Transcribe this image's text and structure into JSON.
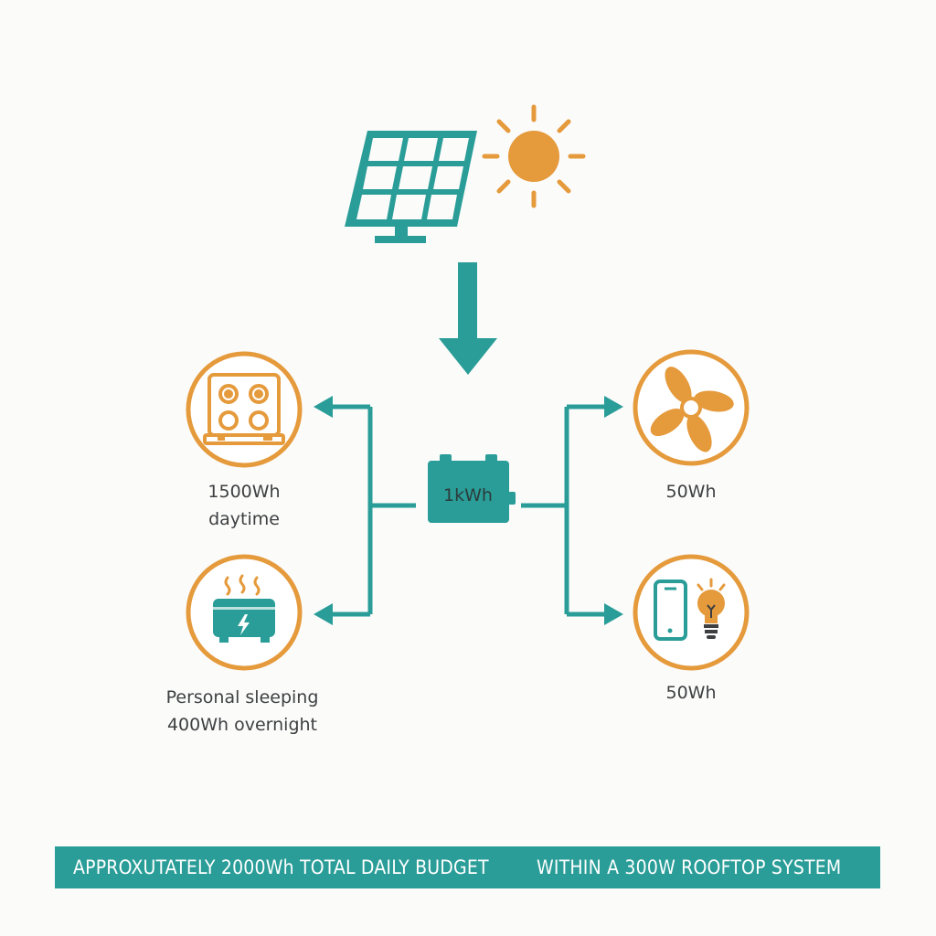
{
  "colors": {
    "teal": "#2a9d98",
    "orange": "#e59a3c",
    "text": "#3d3f41",
    "banner_text": "#ffffff"
  },
  "icons": [
    "solar-panel-icon",
    "sun-icon",
    "battery-icon",
    "stove-icon",
    "heater-icon",
    "fan-icon",
    "phone-icon",
    "light-bulb-icon"
  ],
  "battery": {
    "label": "1kWh"
  },
  "loads": {
    "stove": {
      "line1": "1500Wh",
      "line2": "daytime"
    },
    "heater": {
      "line1": "Personal sleeping",
      "line2": "400Wh overnight"
    },
    "fan": {
      "label": "50Wh"
    },
    "devices": {
      "label": "50Wh"
    }
  },
  "banner": {
    "left": "APPROXUTATELY 2000Wh TOTAL DAILY BUDGET",
    "right": "WITHIN A 300W ROOFTOP SYSTEM"
  }
}
